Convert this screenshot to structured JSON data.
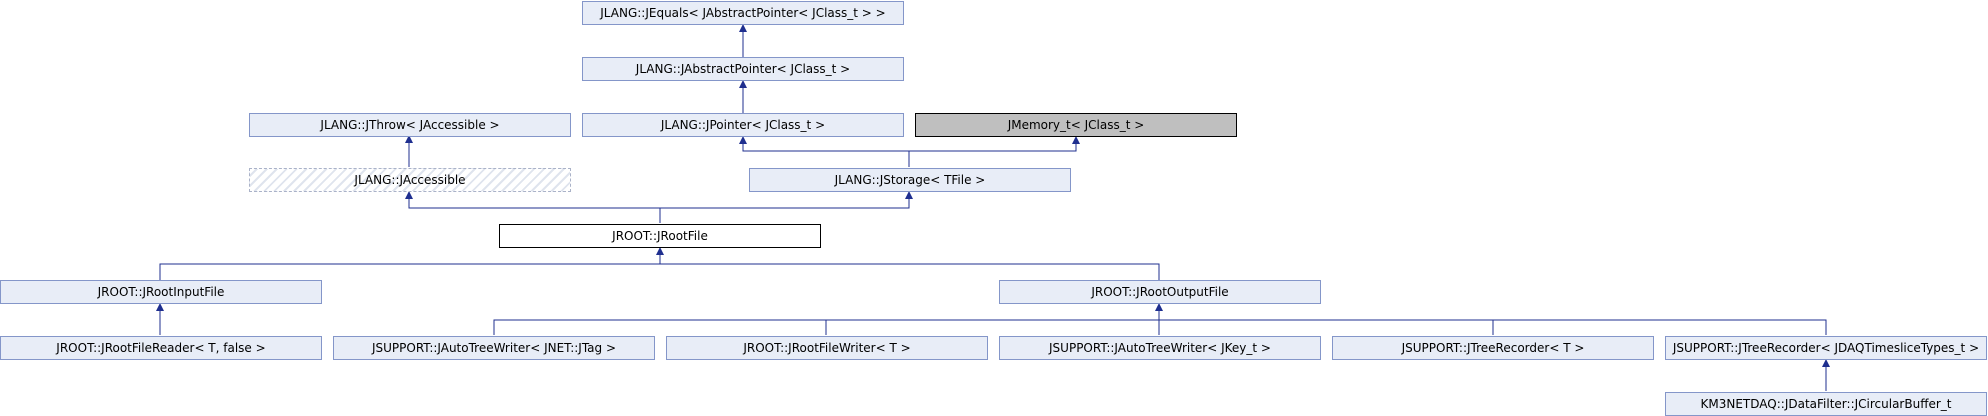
{
  "diagram": {
    "nodes": {
      "jequals": "JLANG::JEquals< JAbstractPointer< JClass_t > >",
      "jabstractpointer": "JLANG::JAbstractPointer< JClass_t >",
      "jthrow": "JLANG::JThrow< JAccessible >",
      "jpointer": "JLANG::JPointer< JClass_t >",
      "jmemory": "JMemory_t< JClass_t >",
      "jaccessible": "JLANG::JAccessible",
      "jstorage": "JLANG::JStorage< TFile >",
      "jrootfile": "JROOT::JRootFile",
      "jrootinputfile": "JROOT::JRootInputFile",
      "jrootoutputfile": "JROOT::JRootOutputFile",
      "jrootfilereader": "JROOT::JRootFileReader< T, false >",
      "jautotreewriter_jtag": "JSUPPORT::JAutoTreeWriter< JNET::JTag >",
      "jrootfilewriter": "JROOT::JRootFileWriter< T >",
      "jautotreewriter_jkey": "JSUPPORT::JAutoTreeWriter< JKey_t >",
      "jtreerecorder_t": "JSUPPORT::JTreeRecorder< T >",
      "jtreerecorder_jdaq": "JSUPPORT::JTreeRecorder< JDAQTimesliceTypes_t >",
      "jcircularbuffer": "KM3NETDAQ::JDataFilter::JCircularBuffer_t"
    },
    "colors": {
      "edge": "#1f2f8f",
      "node_fill": "#e8edf7",
      "node_border": "#8496c9"
    }
  }
}
